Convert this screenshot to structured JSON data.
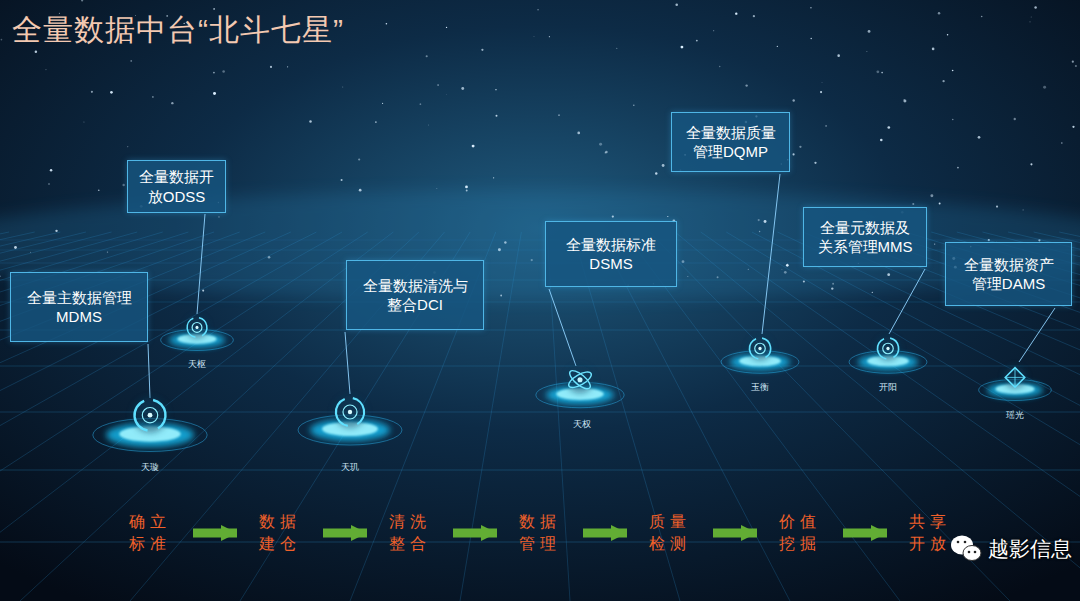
{
  "diagram": {
    "title": "全量数据中台“北斗七星”",
    "nodes": [
      {
        "text": [
          "全量主数据管理 MDMS"
        ]
      },
      {
        "text": [
          "全量数据开 放ODSS"
        ]
      },
      {
        "text": [
          "全量数据清洗与 整合DCI"
        ]
      },
      {
        "text": [
          "全量数据标准 DSMS"
        ]
      },
      {
        "text": [
          "全量数据质量 管理DQMP"
        ]
      },
      {
        "text": [
          "全量元数据及 关系管理MMS"
        ]
      },
      {
        "text": [
          "全量数据资产 管理DAMS"
        ]
      },
      {
        "text": [
          "确立 标准"
        ]
      },
      {
        "text": [
          "数据 建仓"
        ]
      },
      {
        "text": [
          "清洗 整合"
        ]
      },
      {
        "text": [
          "数据 管理"
        ]
      },
      {
        "text": [
          "质量 检测"
        ]
      },
      {
        "text": [
          "价值 挖掘"
        ]
      },
      {
        "text": [
          "共享 开放"
        ]
      }
    ],
    "edges": [
      {
        "from": 7,
        "to": 8,
        "arrow": "to"
      },
      {
        "from": 8,
        "to": 9,
        "arrow": "to"
      },
      {
        "from": 9,
        "to": 10,
        "arrow": "to"
      },
      {
        "from": 10,
        "to": 11,
        "arrow": "to"
      },
      {
        "from": 11,
        "to": 12,
        "arrow": "to"
      },
      {
        "from": 12,
        "to": 13,
        "arrow": "to"
      }
    ],
    "labels": [
      "天枢",
      "天璇",
      "天玑",
      "天权",
      "玉衡",
      "开阳",
      "瑶光",
      "越影信息"
    ]
  }
}
